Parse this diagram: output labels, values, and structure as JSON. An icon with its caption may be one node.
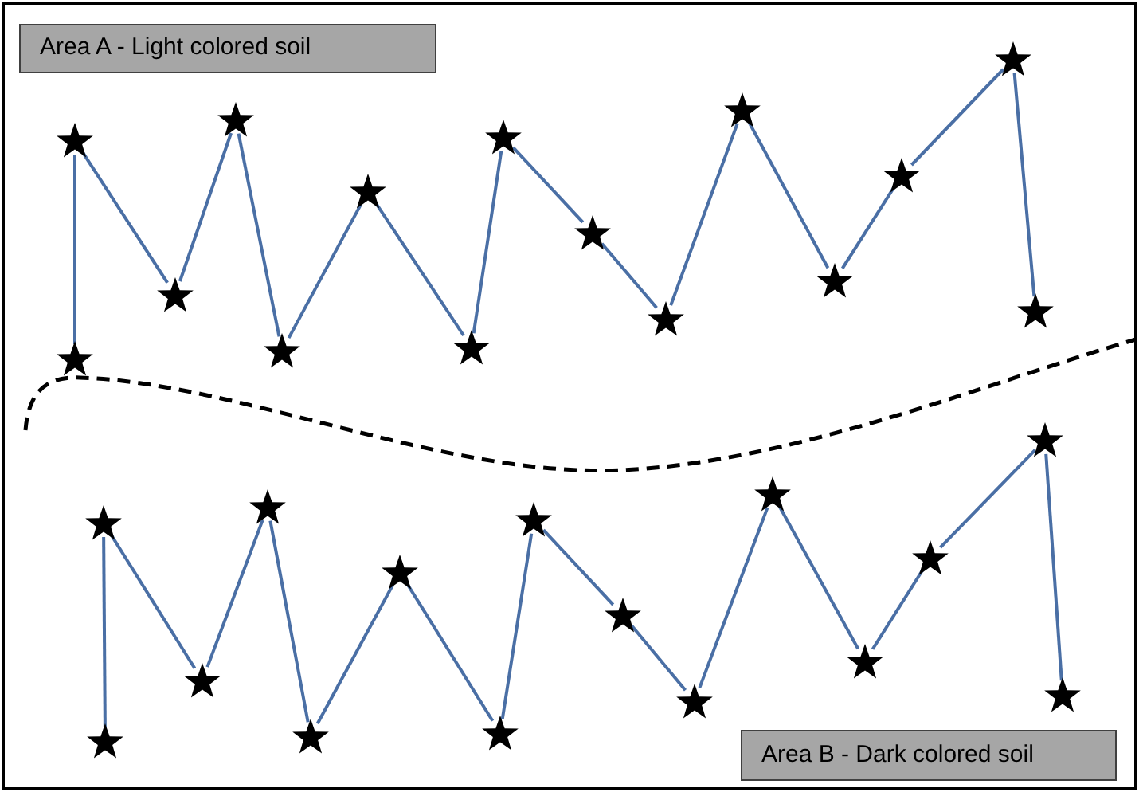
{
  "diagram": {
    "nodes": [
      {
        "text": [
          "Area A - Light colored soil"
        ]
      },
      {
        "text": [],
        "shape": "star"
      },
      {
        "text": [],
        "shape": "star"
      },
      {
        "text": [],
        "shape": "star"
      },
      {
        "text": [],
        "shape": "star"
      },
      {
        "text": [],
        "shape": "star"
      },
      {
        "text": [],
        "shape": "star"
      },
      {
        "text": [],
        "shape": "star"
      },
      {
        "text": [],
        "shape": "star"
      },
      {
        "text": [],
        "shape": "star"
      },
      {
        "text": [],
        "shape": "star"
      },
      {
        "text": [],
        "shape": "star"
      },
      {
        "text": [],
        "shape": "star"
      },
      {
        "text": [],
        "shape": "star"
      },
      {
        "text": [],
        "shape": "star"
      },
      {
        "text": [],
        "shape": "star"
      },
      {
        "text": [],
        "shape": "star"
      },
      {
        "text": [],
        "shape": "star"
      },
      {
        "text": [],
        "shape": "star"
      },
      {
        "text": [],
        "shape": "star"
      },
      {
        "text": [],
        "shape": "star"
      },
      {
        "text": [],
        "shape": "star"
      },
      {
        "text": [],
        "shape": "star"
      },
      {
        "text": [],
        "shape": "star"
      },
      {
        "text": [],
        "shape": "star"
      },
      {
        "text": [],
        "shape": "star"
      },
      {
        "text": [],
        "shape": "star"
      },
      {
        "text": [],
        "shape": "star"
      },
      {
        "text": [],
        "shape": "star"
      },
      {
        "text": [],
        "shape": "star"
      },
      {
        "text": [],
        "shape": "star"
      },
      {
        "text": [
          "Area B - Dark colored soil"
        ]
      }
    ],
    "edges": [
      {
        "from": 1,
        "to": 2,
        "arrow": "none"
      },
      {
        "from": 2,
        "to": 3,
        "arrow": "none"
      },
      {
        "from": 3,
        "to": 4,
        "arrow": "none"
      },
      {
        "from": 4,
        "to": 5,
        "arrow": "none"
      },
      {
        "from": 5,
        "to": 6,
        "arrow": "none"
      },
      {
        "from": 6,
        "to": 7,
        "arrow": "none"
      },
      {
        "from": 7,
        "to": 8,
        "arrow": "none"
      },
      {
        "from": 8,
        "to": 9,
        "arrow": "none"
      },
      {
        "from": 9,
        "to": 10,
        "arrow": "none"
      },
      {
        "from": 10,
        "to": 11,
        "arrow": "none"
      },
      {
        "from": 11,
        "to": 12,
        "arrow": "none"
      },
      {
        "from": 12,
        "to": 13,
        "arrow": "none"
      },
      {
        "from": 13,
        "to": 14,
        "arrow": "none"
      },
      {
        "from": 14,
        "to": 15,
        "arrow": "none"
      },
      {
        "from": 16,
        "to": 17,
        "arrow": "none"
      },
      {
        "from": 17,
        "to": 18,
        "arrow": "none"
      },
      {
        "from": 18,
        "to": 19,
        "arrow": "none"
      },
      {
        "from": 19,
        "to": 20,
        "arrow": "none"
      },
      {
        "from": 20,
        "to": 21,
        "arrow": "none"
      },
      {
        "from": 21,
        "to": 22,
        "arrow": "none"
      },
      {
        "from": 22,
        "to": 23,
        "arrow": "none"
      },
      {
        "from": 23,
        "to": 24,
        "arrow": "none"
      },
      {
        "from": 24,
        "to": 25,
        "arrow": "none"
      },
      {
        "from": 25,
        "to": 26,
        "arrow": "none"
      },
      {
        "from": 26,
        "to": 27,
        "arrow": "none"
      },
      {
        "from": 27,
        "to": 28,
        "arrow": "none"
      },
      {
        "from": 28,
        "to": 29,
        "arrow": "none"
      },
      {
        "from": 29,
        "to": 30,
        "arrow": "none"
      }
    ]
  }
}
